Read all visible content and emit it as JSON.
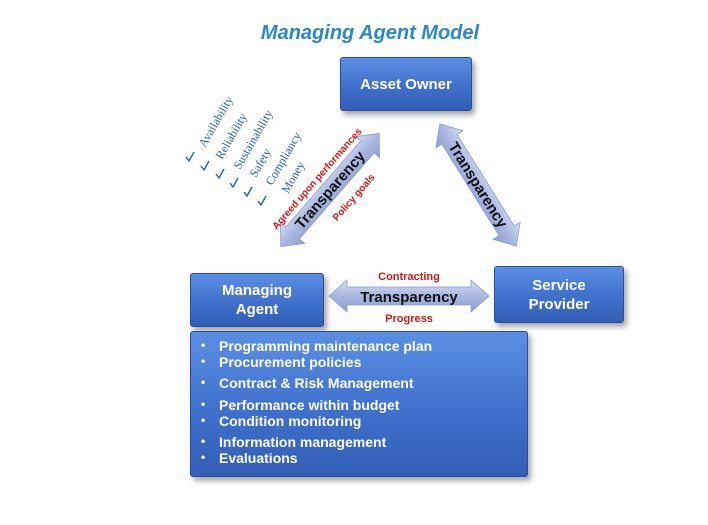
{
  "diagram": {
    "title": "Managing Agent Model",
    "nodes": {
      "asset_owner": "Asset Owner",
      "managing_agent": [
        "Managing",
        "Agent"
      ],
      "service_provider": [
        "Service",
        "Provider"
      ]
    },
    "arrows": {
      "left": {
        "label": "Transparency",
        "top_note": "Agreed upon performances",
        "bottom_note": "Policy goals"
      },
      "right": {
        "label": "Transparency"
      },
      "bottom": {
        "label": "Transparency",
        "top_note": "Contracting",
        "bottom_note": "Progress"
      }
    },
    "criteria": [
      "Availability",
      "Reliability",
      "Sustainability",
      "Safety",
      "Compliancy",
      "Money"
    ],
    "agent_tasks": [
      "Programming maintenance plan",
      "Procurement policies",
      "Contract & Risk Management",
      "Performance within budget",
      "Condition monitoring",
      "Information management",
      "Evaluations"
    ],
    "colors": {
      "title": "#2b88c8",
      "box": "#3f70cc",
      "arrow": "#a9b7e0",
      "criteria_text": "#2a5fa8",
      "red_note": "#d01818"
    }
  }
}
